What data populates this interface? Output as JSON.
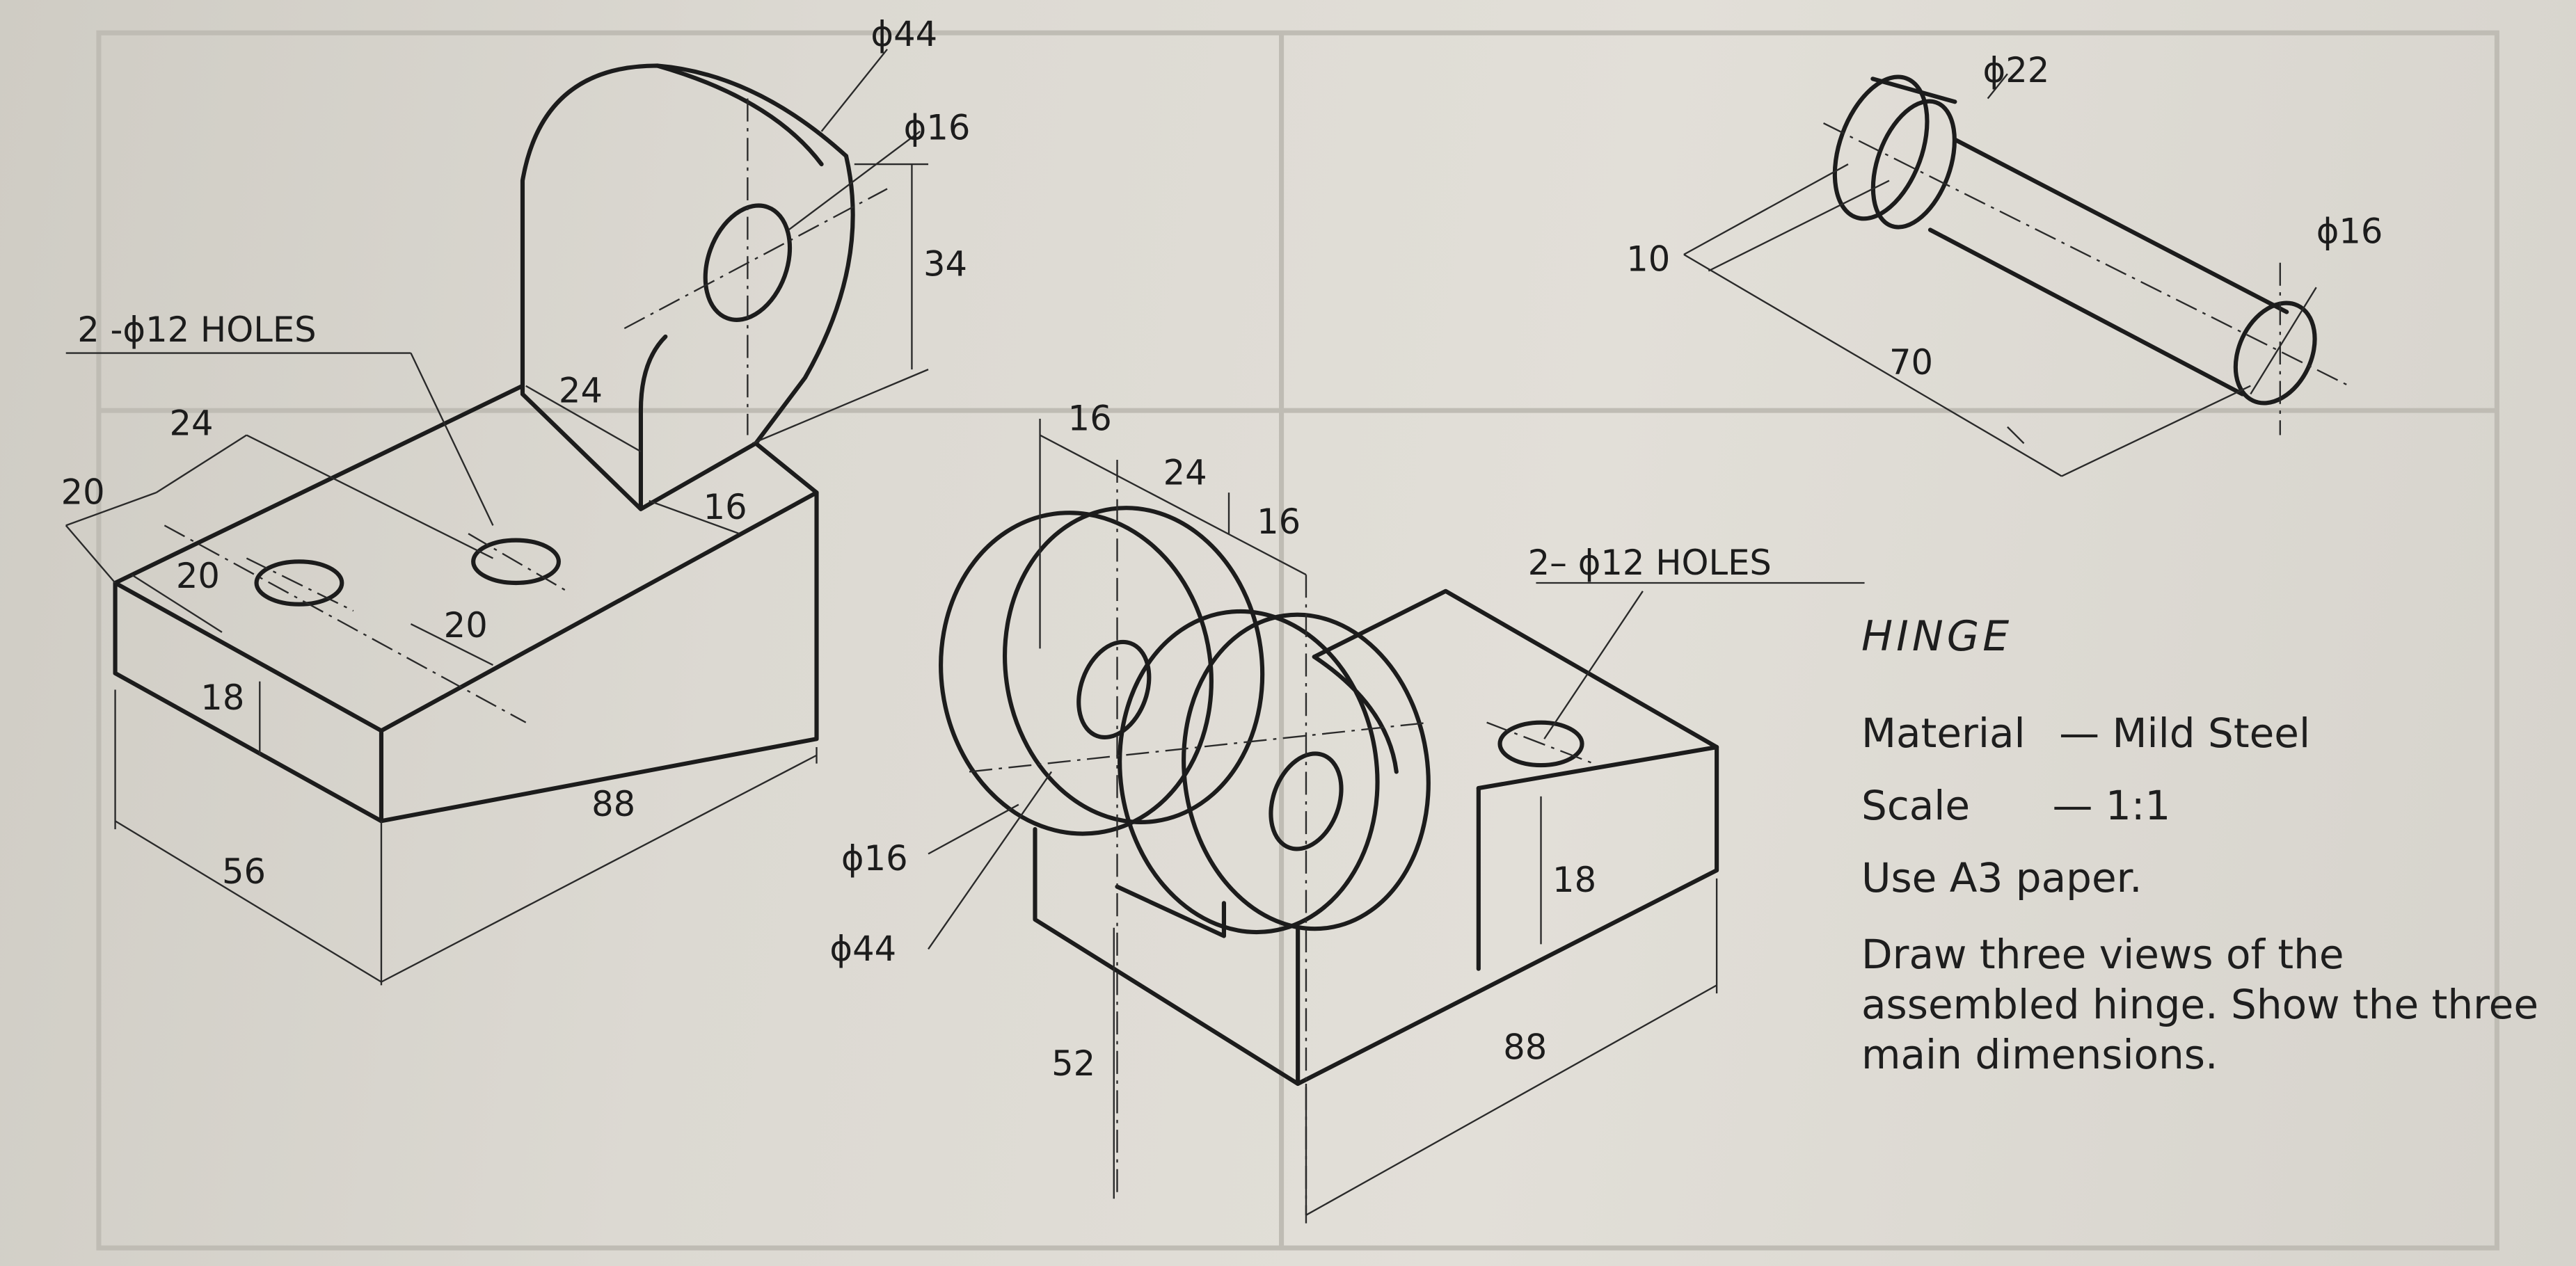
{
  "bracket": {
    "dims": {
      "d44": "ϕ44",
      "d16": "ϕ16",
      "h34": "34",
      "holes": "2 -ϕ12 HOLES",
      "w24a": "24",
      "w24b": "24",
      "w20a": "20",
      "w20b": "20",
      "w20c": "20",
      "t16": "16",
      "h18": "18",
      "l88": "88",
      "w56": "56"
    }
  },
  "base": {
    "dims": {
      "t16a": "16",
      "g24": "24",
      "t16b": "16",
      "holes": "2– ϕ12 HOLES",
      "d16": "ϕ16",
      "d44": "ϕ44",
      "h18": "18",
      "h52": "52",
      "l88": "88"
    }
  },
  "pin": {
    "dims": {
      "d22": "ϕ22",
      "d16": "ϕ16",
      "l10": "10",
      "l70": "70"
    }
  },
  "notes": {
    "title": "HINGE",
    "material_label": "Material",
    "material_value": "— Mild Steel",
    "scale_label": "Scale",
    "scale_value": "— 1:1",
    "paper": "Use A3 paper.",
    "instruction": "Draw three views of the assembled hinge. Show the three main dimensions."
  }
}
